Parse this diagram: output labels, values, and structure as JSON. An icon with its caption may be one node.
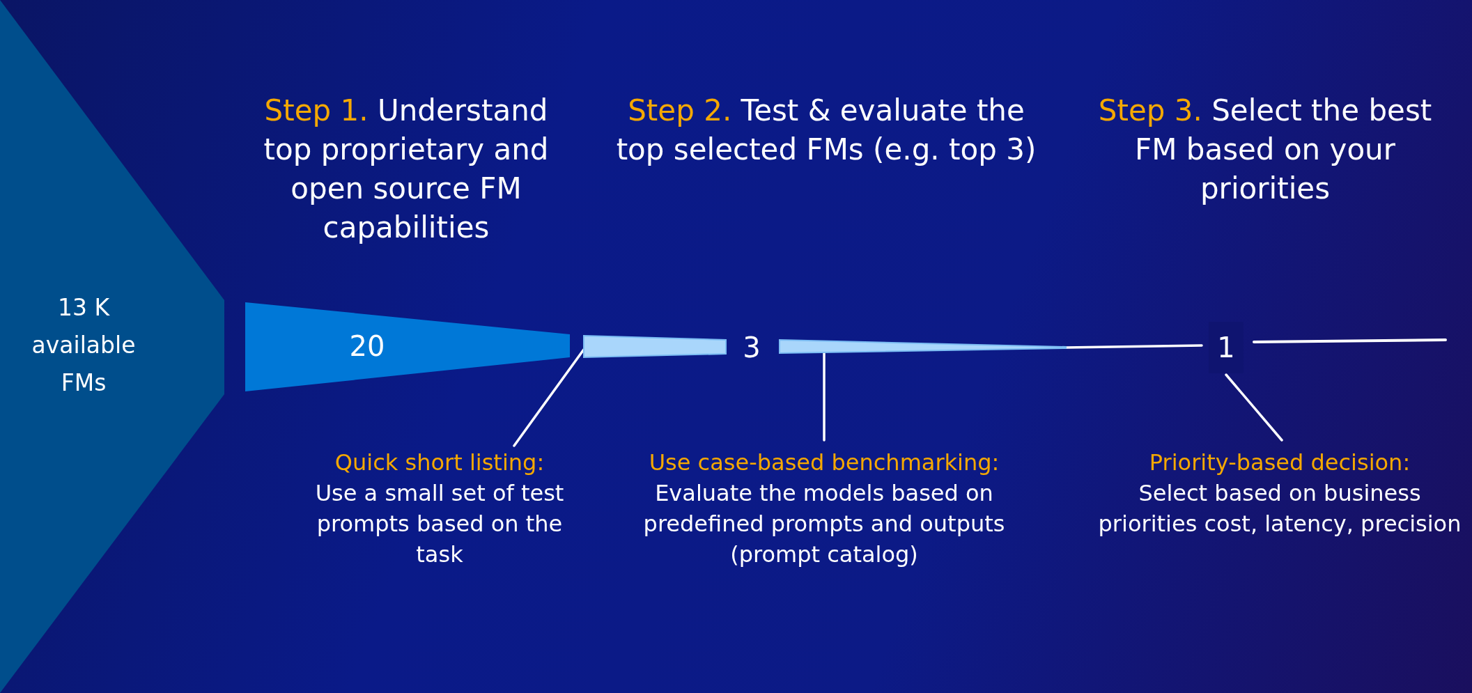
{
  "diagram": {
    "nodes": [
      {
        "text": [
          "13 K available FMs"
        ]
      },
      {
        "text": [
          "20"
        ]
      },
      {
        "text": [],
        "shape": "bar"
      },
      {
        "text": [
          "3"
        ]
      },
      {
        "text": [],
        "shape": "bar"
      },
      {
        "text": [
          "1"
        ]
      },
      {
        "text": [
          "Quick short listing:",
          "Use a small set of test prompts based on the task"
        ]
      },
      {
        "text": [
          "Use case-based benchmarking:",
          "Evaluate the models based on predefined prompts and outputs (prompt catalog)"
        ]
      },
      {
        "text": [
          "Priority-based decision:",
          "Select based on business priorities cost, latency, precision"
        ]
      }
    ],
    "edges": [
      {
        "from": 4,
        "to": 5,
        "arrow": "none"
      },
      {
        "from": 6,
        "to": 2,
        "arrow": "none"
      },
      {
        "from": 7,
        "to": 4,
        "arrow": "none"
      },
      {
        "from": 8,
        "to": 5,
        "arrow": "none"
      }
    ],
    "labels": [
      "Step 1.",
      "Understand top proprietary and open source FM capabilities",
      "Step 2.",
      "Test & evaluate the top selected FMs (e.g. top 3)",
      "Step 3.",
      "Select the best FM based on your priorities"
    ]
  }
}
